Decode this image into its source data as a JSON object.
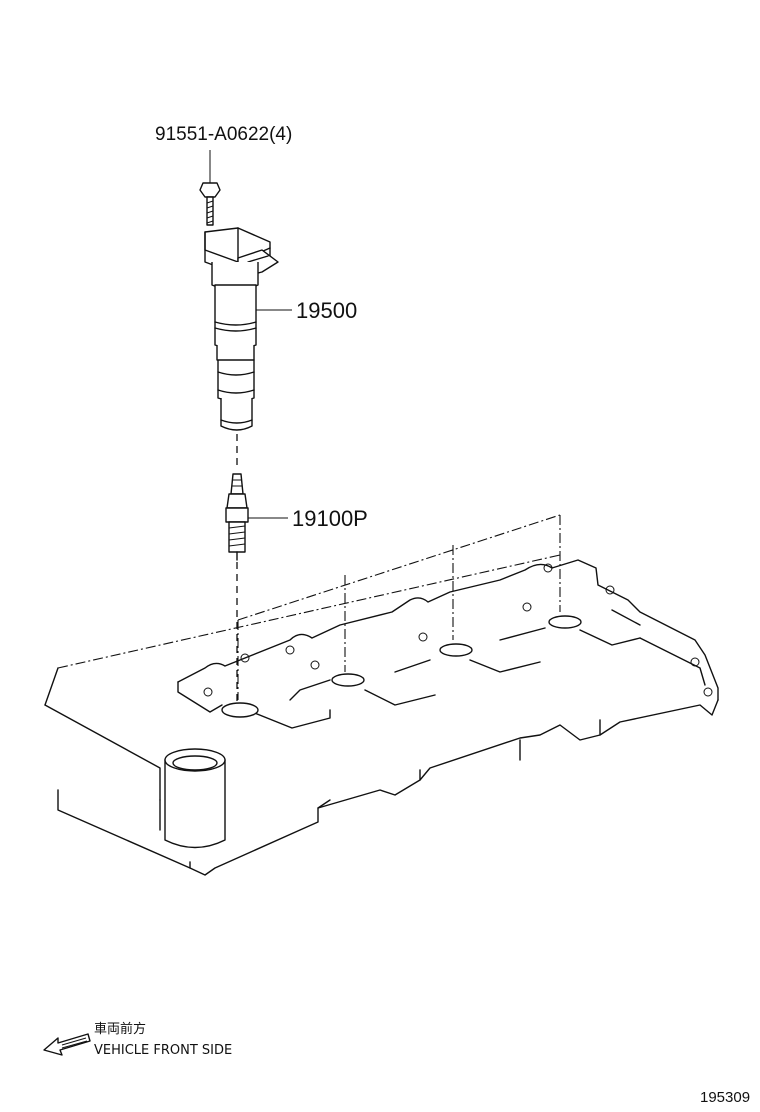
{
  "parts": {
    "bolt": {
      "number": "91551-A0622(4)"
    },
    "ignition_coil": {
      "number": "19500"
    },
    "spark_plug": {
      "number": "19100P"
    }
  },
  "direction_note": {
    "japanese": "車両前方",
    "english": "VEHICLE FRONT SIDE",
    "icon": "arrow-left-icon"
  },
  "figure_number": "195309"
}
